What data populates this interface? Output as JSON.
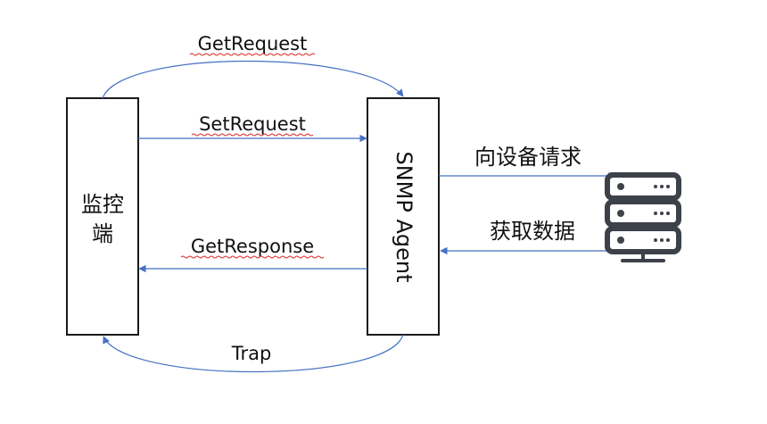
{
  "nodes": {
    "monitor": {
      "label_lines": [
        "监控",
        "端"
      ]
    },
    "agent": {
      "label": "SNMP Agent"
    }
  },
  "edges": {
    "get_request": {
      "label": "GetRequest"
    },
    "set_request": {
      "label": "SetRequest"
    },
    "get_response": {
      "label": "GetResponse"
    },
    "trap": {
      "label": "Trap"
    },
    "device_request": {
      "label": "向设备请求"
    },
    "fetch_data": {
      "label": "获取数据"
    }
  },
  "icons": {
    "device": "server-icon"
  },
  "colors": {
    "arrow": "#4472c4",
    "box_border": "#1a1a1a",
    "spellcheck_underline": "#dd2222"
  }
}
